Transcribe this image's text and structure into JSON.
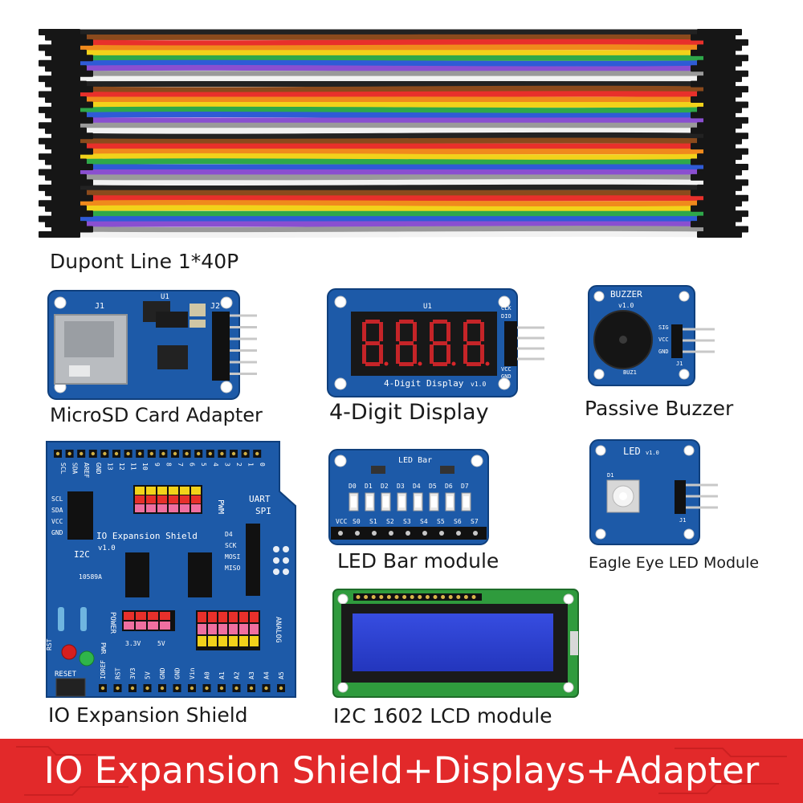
{
  "captions": {
    "dupont": "Dupont Line 1*40P",
    "microsd": "MicroSD Card Adapter",
    "digit4": "4-Digit Display",
    "buzzer": "Passive Buzzer",
    "io_shield": "IO Expansion Shield",
    "led_bar": "LED Bar module",
    "eagle_eye": "Eagle Eye LED Module",
    "lcd": "I2C 1602 LCD module"
  },
  "board_labels": {
    "microsd": {
      "j1": "J1",
      "j2": "J2",
      "u1": "U1"
    },
    "digit4": {
      "u1": "U1",
      "title": "4-Digit Display",
      "version": "v1.0",
      "pins": [
        "CLK",
        "DIO",
        "VCC",
        "GND"
      ]
    },
    "buzzer": {
      "title": "BUZZER",
      "version": "v1.0",
      "pins": [
        "SIG",
        "VCC",
        "GND"
      ],
      "part": "BUZ1",
      "j1": "J1"
    },
    "led": {
      "title": "LED",
      "version": "v1.0",
      "d1": "D1",
      "j1": "J1"
    },
    "led_bar": {
      "title": "LED Bar",
      "leds": [
        "D0",
        "D1",
        "D2",
        "D3",
        "D4",
        "D5",
        "D6",
        "D7"
      ],
      "pins": [
        "VCC",
        "S0",
        "S1",
        "S2",
        "S3",
        "S4",
        "S5",
        "S6",
        "S7"
      ]
    },
    "io_shield": {
      "title": "IO Expansion Shield",
      "version": "v1.0",
      "code": "10589A",
      "i2c": "I2C",
      "uart": "UART",
      "spi": "SPI",
      "pwm": "PWM",
      "power": "POWER",
      "analog": "ANALOG",
      "rst": "RST",
      "pwr": "PWR",
      "reset": "RESET",
      "v33": "3.3V",
      "v5": "5V",
      "top_pins": [
        "SCL",
        "SDA",
        "AREF",
        "GND",
        "13",
        "12",
        "11",
        "10",
        "9",
        "8",
        "7",
        "6",
        "5",
        "4",
        "3",
        "2",
        "1",
        "0"
      ],
      "left_pins": [
        "SCL",
        "SDA",
        "VCC",
        "GND"
      ],
      "spi_pins": [
        "D4",
        "SCK",
        "MOSI",
        "MISO"
      ],
      "bottom_pins": [
        "IOREF",
        "RST",
        "3V3",
        "5V",
        "GND",
        "GND",
        "Vin",
        "A0",
        "A1",
        "A2",
        "A3",
        "A4",
        "A5"
      ]
    }
  },
  "banner": {
    "text": "IO Expansion Shield+Displays+Adapter"
  },
  "colors": {
    "pcb_blue": "#1d5aa8",
    "lcd_green": "#2f9b3d",
    "lcd_screen": "#2a3fd0",
    "banner_red": "#e2292a",
    "segment_red": "#d8262a"
  }
}
